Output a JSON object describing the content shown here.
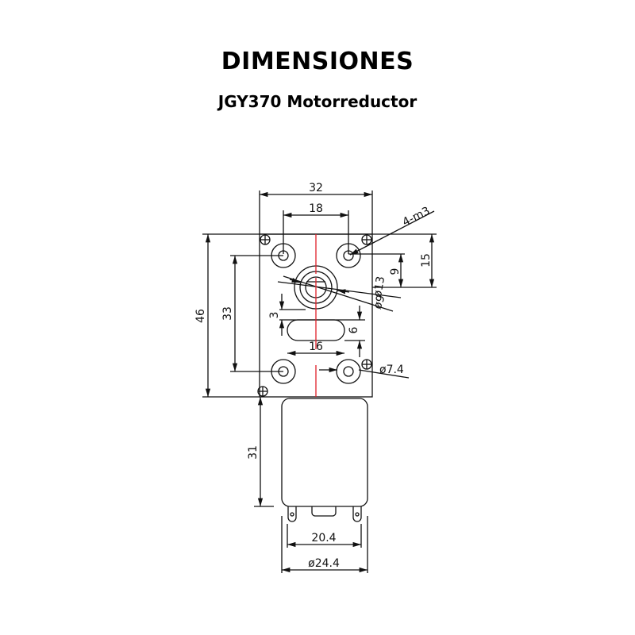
{
  "header": {
    "title": "DIMENSIONES",
    "subtitle": "JGY370 Motorreductor"
  },
  "drawing": {
    "line_color": "#111111",
    "centerline_color": "#e0202a",
    "dimensions": {
      "width_total": "32",
      "hole_spacing_top": "18",
      "mount_holes": "4-m3",
      "height_total": "46",
      "hole_spacing_vertical": "33",
      "top_to_holes": "15",
      "holes_to_shaft": "9",
      "shaft_outer_diameter": "ø13",
      "shaft_inner_diameter": "ø9",
      "slot_offset": "3",
      "slot_height": "6",
      "slot_width": "16",
      "bottom_hole_diameter": "ø7.4",
      "motor_length": "31",
      "motor_terminal_width": "20.4",
      "motor_diameter": "ø24.4"
    }
  }
}
